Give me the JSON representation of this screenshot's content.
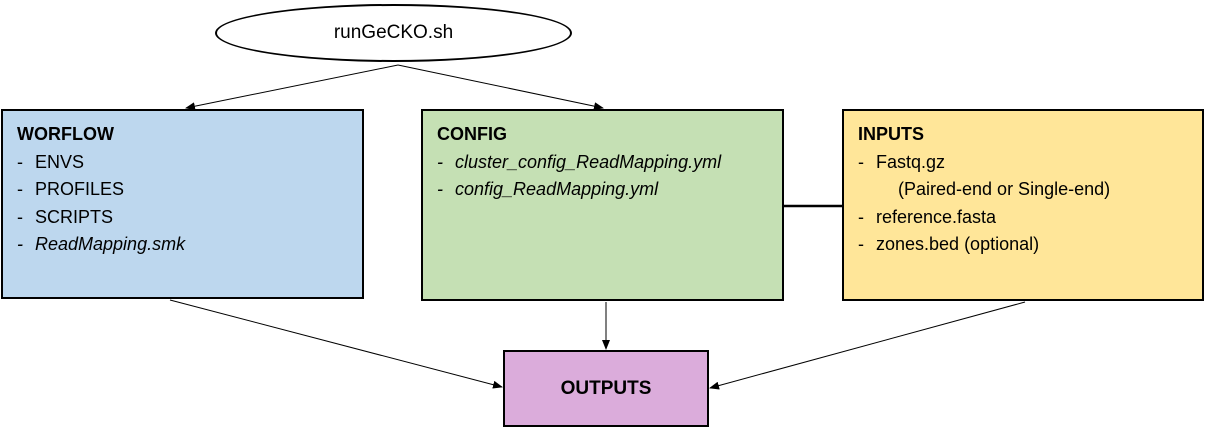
{
  "start": {
    "label": "runGeCKO.sh"
  },
  "workflow": {
    "title": "WORFLOW",
    "items": [
      {
        "dash": "-",
        "text": "ENVS"
      },
      {
        "dash": "-",
        "text": "PROFILES"
      },
      {
        "dash": "-",
        "text": "SCRIPTS"
      },
      {
        "dash": "-",
        "text": "ReadMapping.smk"
      }
    ]
  },
  "config": {
    "title": "CONFIG",
    "items": [
      {
        "dash": "-",
        "text": "cluster_config_ReadMapping.yml"
      },
      {
        "dash": "-",
        "text": "config_ReadMapping.yml"
      }
    ]
  },
  "inputs": {
    "title": "INPUTS",
    "items": [
      {
        "dash": "-",
        "text": "Fastq.gz"
      },
      {
        "text": "(Paired-end or Single-end)"
      },
      {
        "dash": "-",
        "text": "reference.fasta"
      },
      {
        "dash": "-",
        "text": "zones.bed (optional)"
      }
    ]
  },
  "outputs": {
    "title": "OUTPUTS"
  },
  "colors": {
    "workflow_fill": "#bdd7ee",
    "config_fill": "#c5e0b4",
    "inputs_fill": "#ffe699",
    "outputs_fill": "#dbacdb",
    "stroke": "#000000"
  }
}
